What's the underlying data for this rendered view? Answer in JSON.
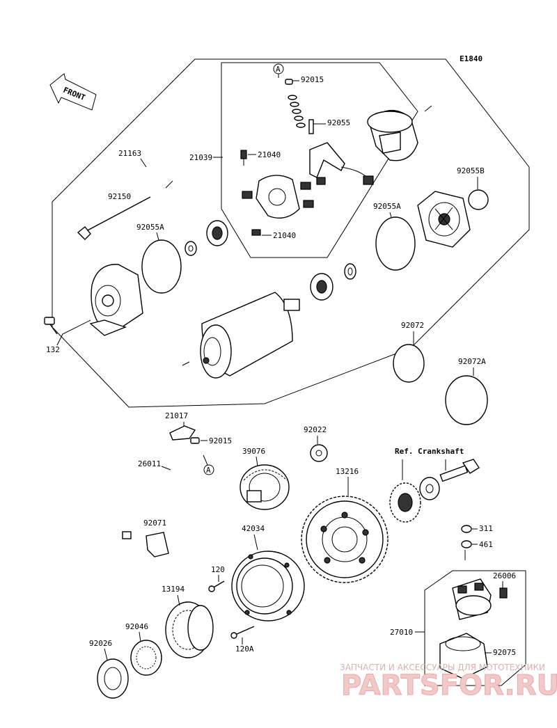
{
  "diagram_code": "E1840",
  "front_label": "FRONT",
  "ref_label": "Ref. Crankshaft",
  "callout_a": "A",
  "labels": {
    "p21163": "21163",
    "p21039": "21039",
    "p92015a": "92015",
    "p92055": "92055",
    "p21040a": "21040",
    "p21040b": "21040",
    "p92055b": "92055B",
    "p92150": "92150",
    "p92055a1": "92055A",
    "p92055a2": "92055A",
    "p132": "132",
    "p92072": "92072",
    "p92072a": "92072A",
    "p21017": "21017",
    "p92015b": "92015",
    "p92022": "92022",
    "p26011": "26011",
    "p39076": "39076",
    "p13216": "13216",
    "p92071": "92071",
    "p42034": "42034",
    "p311": "311",
    "p461": "461",
    "p120": "120",
    "p13194": "13194",
    "p26006": "26006",
    "p27010": "27010",
    "p92046": "92046",
    "p120a": "120A",
    "p92026": "92026",
    "p92075": "92075"
  },
  "watermark": {
    "line1": "ЗАПЧАСТИ И АКСЕССУАРЫ ДЛЯ МОТОТЕХНИКИ",
    "line2": "PARTSFOR.RU"
  }
}
